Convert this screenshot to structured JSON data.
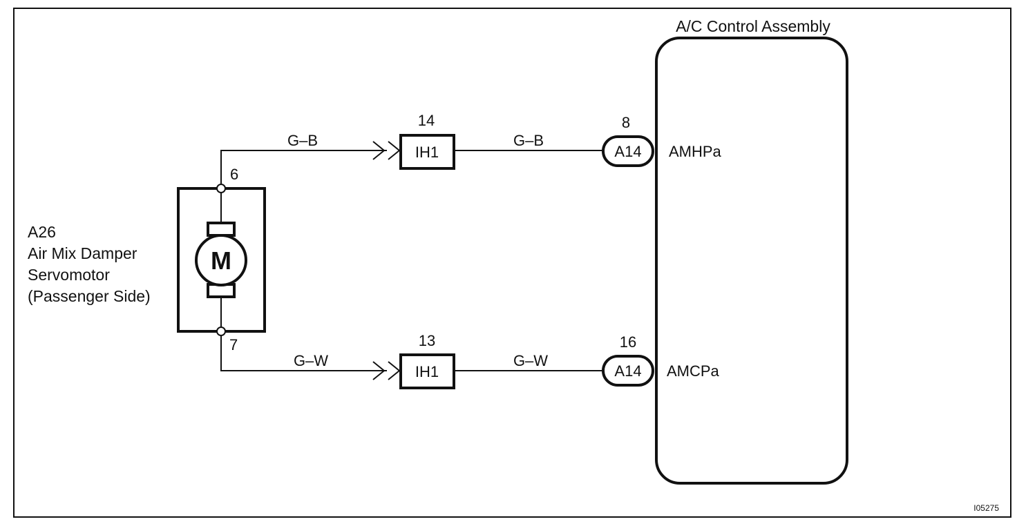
{
  "figure_id": "I05275",
  "component": {
    "code": "A26",
    "name_line1": "Air Mix Damper",
    "name_line2": "Servomotor",
    "name_line3": "(Passenger Side)",
    "motor_symbol": "M",
    "pin_top": "6",
    "pin_bottom": "7"
  },
  "control_assembly": {
    "title": "A/C Control Assembly",
    "terminals": [
      {
        "pin": "8",
        "connector": "A14",
        "signal": "AMHPa"
      },
      {
        "pin": "16",
        "connector": "A14",
        "signal": "AMCPa"
      }
    ]
  },
  "junctions": [
    {
      "pin": "14",
      "connector": "IH1"
    },
    {
      "pin": "13",
      "connector": "IH1"
    }
  ],
  "wires": [
    {
      "color_left": "G–B",
      "color_right": "G–B"
    },
    {
      "color_left": "G–W",
      "color_right": "G–W"
    }
  ]
}
